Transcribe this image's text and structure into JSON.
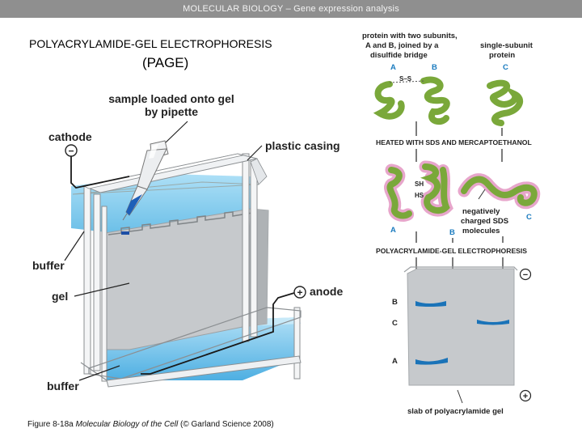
{
  "header": {
    "text": "MOLECULAR BIOLOGY  –  Gene expression analysis"
  },
  "titles": {
    "line1": "POLYACRYLAMIDE-GEL ELECTROPHORESIS",
    "line2": "(PAGE)"
  },
  "left_diagram": {
    "sample_label_1": "sample loaded onto gel",
    "sample_label_2": "by pipette",
    "cathode": "cathode",
    "cathode_sign": "−",
    "plastic_casing": "plastic casing",
    "buffer_top": "buffer",
    "gel": "gel",
    "anode": "anode",
    "anode_sign": "+",
    "buffer_bottom": "buffer"
  },
  "right_diagram": {
    "protein_two_line1": "protein with two subunits,",
    "protein_two_line2": "A and B, joined by a",
    "protein_two_line3": "disulfide bridge",
    "label_A1": "A",
    "label_B1": "B",
    "single_line1": "single-subunit",
    "single_line2": "protein",
    "label_C1": "C",
    "ss_label": "S–S",
    "heated": "HEATED WITH SDS AND MERCAPTOETHANOL",
    "sh": "SH",
    "hs": "HS",
    "neg_line1": "negatively",
    "neg_line2": "charged SDS",
    "neg_line3": "molecules",
    "label_A2": "A",
    "label_B2": "B",
    "label_C2": "C",
    "page_label": "POLYACRYLAMIDE-GEL ELECTROPHORESIS",
    "minus": "−",
    "plus": "+",
    "lane_B": "B",
    "lane_C": "C",
    "lane_A": "A",
    "slab": "slab of polyacrylamide gel"
  },
  "caption": {
    "prefix": "Figure 8-18a",
    "book": "Molecular Biology of the Cell",
    "suffix": "(© Garland Science 2008)"
  },
  "colors": {
    "buffer": "#6cc3ec",
    "gel": "#c6c9cc",
    "protein": "#7aa83a",
    "sds": "#e08ab8",
    "band": "#1a73b8"
  }
}
